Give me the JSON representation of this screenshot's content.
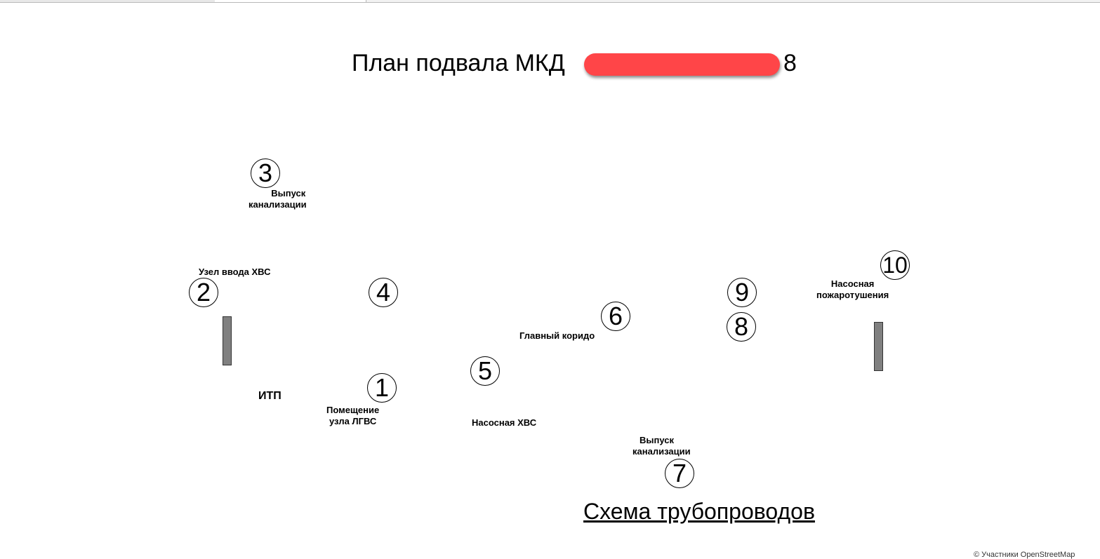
{
  "title": {
    "prefix": "План подвала МКД",
    "suffix": "8"
  },
  "markers": [
    {
      "id": "1",
      "label": "1"
    },
    {
      "id": "2",
      "label": "2"
    },
    {
      "id": "3",
      "label": "3"
    },
    {
      "id": "4",
      "label": "4"
    },
    {
      "id": "5",
      "label": "5"
    },
    {
      "id": "6",
      "label": "6"
    },
    {
      "id": "7",
      "label": "7"
    },
    {
      "id": "8",
      "label": "8"
    },
    {
      "id": "9",
      "label": "9"
    },
    {
      "id": "10",
      "label": "10"
    }
  ],
  "labels": {
    "sewer_outlet_top": [
      "Выпуск",
      "канализации"
    ],
    "cold_water_inlet": "Узел ввода ХВС",
    "itp": "ИТП",
    "lgvs_room": [
      "Помещение",
      "узла ЛГВС"
    ],
    "main_corridor": "Главный коридо",
    "cold_water_pump": "Насосная ХВС",
    "sewer_outlet_bottom": [
      "Выпуск",
      "канализации"
    ],
    "fire_pump": [
      "Насосная",
      "пожаротушения"
    ]
  },
  "link": {
    "text": "Схема трубопроводов"
  },
  "attribution": "© Участники OpenStreetMap",
  "colors": {
    "redaction": "#ff4548",
    "bar": "#808080"
  }
}
